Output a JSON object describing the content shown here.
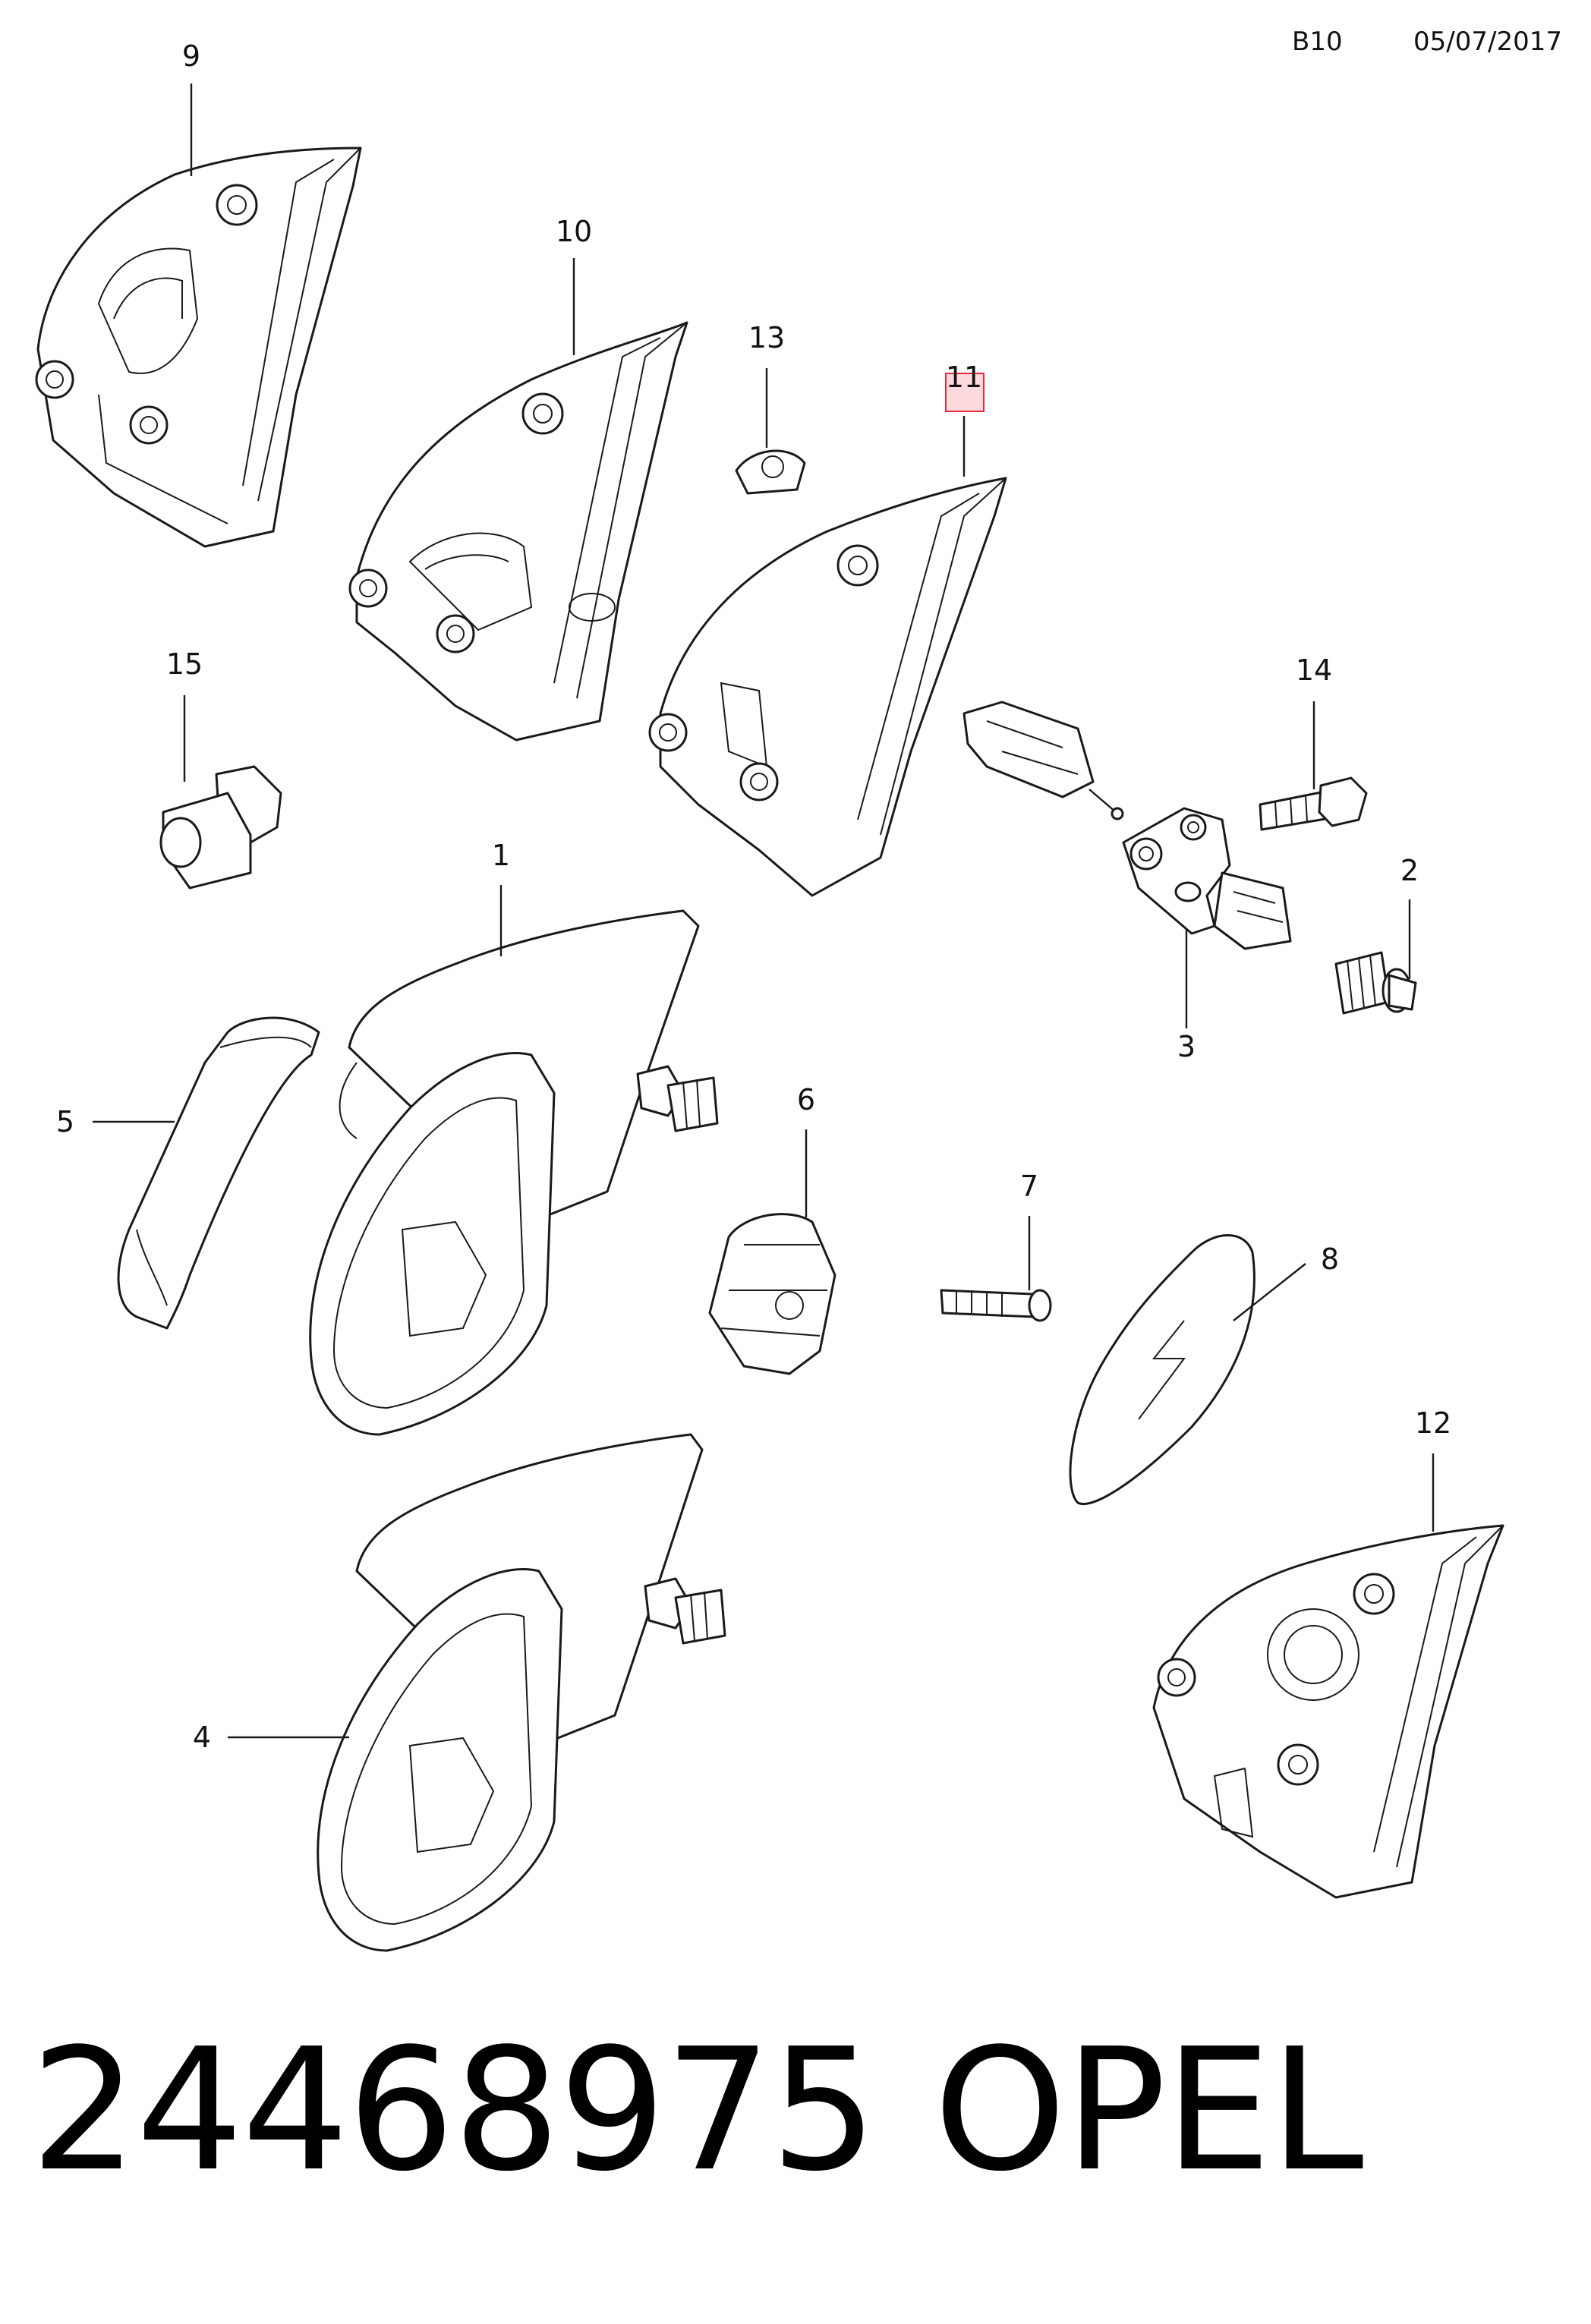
{
  "header": {
    "code": "B10",
    "date": "05/07/2017"
  },
  "callouts": [
    {
      "id": "1",
      "label": "1"
    },
    {
      "id": "2",
      "label": "2"
    },
    {
      "id": "3",
      "label": "3"
    },
    {
      "id": "4",
      "label": "4"
    },
    {
      "id": "5",
      "label": "5"
    },
    {
      "id": "6",
      "label": "6"
    },
    {
      "id": "7",
      "label": "7"
    },
    {
      "id": "8",
      "label": "8"
    },
    {
      "id": "9",
      "label": "9"
    },
    {
      "id": "10",
      "label": "10"
    },
    {
      "id": "11",
      "label": "11"
    },
    {
      "id": "12",
      "label": "12"
    },
    {
      "id": "13",
      "label": "13"
    },
    {
      "id": "14",
      "label": "14"
    },
    {
      "id": "15",
      "label": "15"
    }
  ],
  "highlight": {
    "callout": "11",
    "color": "#e8283c"
  },
  "footer": {
    "part_number": "24468975",
    "brand": "OPEL"
  }
}
